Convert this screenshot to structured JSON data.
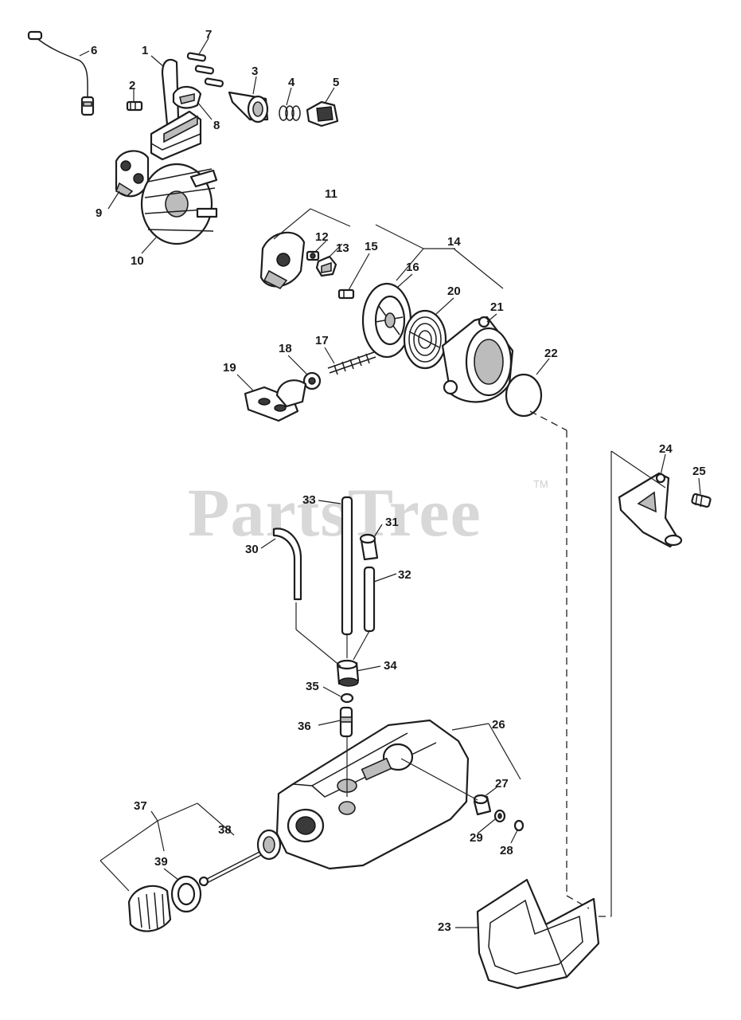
{
  "watermark": {
    "text": "PartsTree",
    "trademark": "TM"
  },
  "callouts": {
    "c1": "1",
    "c2": "2",
    "c3": "3",
    "c4": "4",
    "c5": "5",
    "c6": "6",
    "c7": "7",
    "c8": "8",
    "c9": "9",
    "c10": "10",
    "c11": "11",
    "c12": "12",
    "c13": "13",
    "c14": "14",
    "c15": "15",
    "c16": "16",
    "c17": "17",
    "c18": "18",
    "c19": "19",
    "c20": "20",
    "c21": "21",
    "c22": "22",
    "c23": "23",
    "c24": "24",
    "c25": "25",
    "c26": "26",
    "c27": "27",
    "c28": "28",
    "c29": "29",
    "c30": "30",
    "c31": "31",
    "c32": "32",
    "c33": "33",
    "c34": "34",
    "c35": "35",
    "c36": "36",
    "c37": "37",
    "c38": "38",
    "c39": "39"
  }
}
